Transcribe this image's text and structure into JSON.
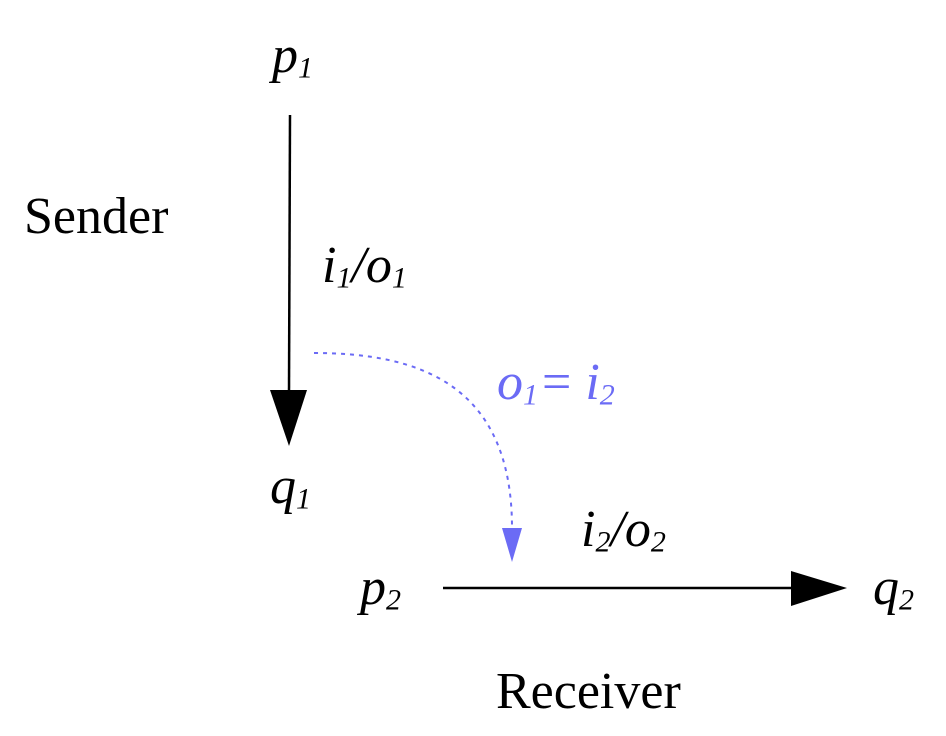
{
  "labels": {
    "sender": "Sender",
    "receiver": "Receiver"
  },
  "states": {
    "p1": {
      "base": "p",
      "sub": "1"
    },
    "q1": {
      "base": "q",
      "sub": "1"
    },
    "p2": {
      "base": "p",
      "sub": "2"
    },
    "q2": {
      "base": "q",
      "sub": "2"
    }
  },
  "transitions": {
    "sender": {
      "in": "i",
      "in_sub": "1",
      "sep": "/",
      "out": "o",
      "out_sub": "1"
    },
    "receiver": {
      "in": "i",
      "in_sub": "2",
      "sep": "/",
      "out": "o",
      "out_sub": "2"
    }
  },
  "link": {
    "lhs": "o",
    "lhs_sub": "1",
    "eq": "=",
    "rhs": "i",
    "rhs_sub": "2"
  },
  "colors": {
    "arrow": "#000000",
    "link": "#6b6bf5"
  }
}
